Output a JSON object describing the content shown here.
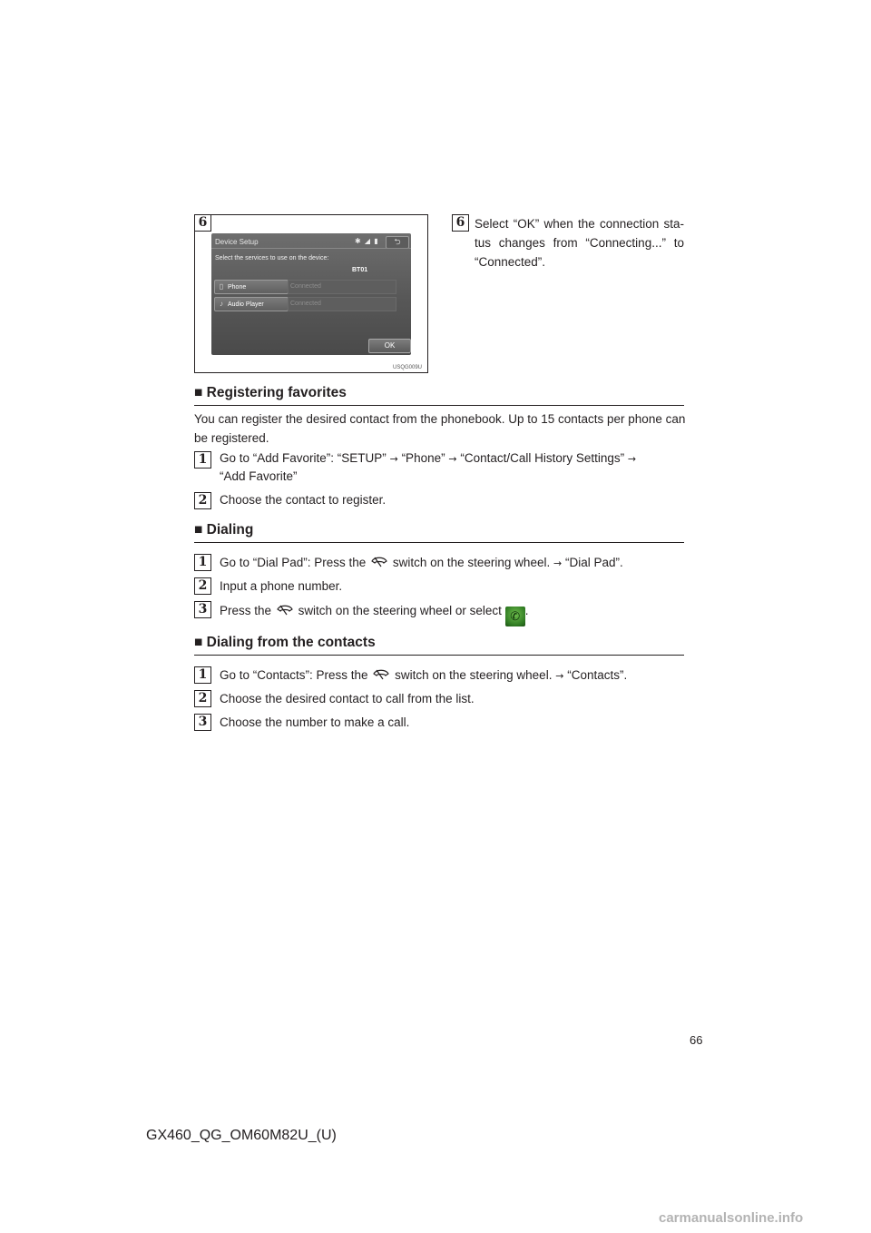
{
  "figure": {
    "badge": "6",
    "screen": {
      "title": "Device Setup",
      "status_icons": "✱ ◢ ▮",
      "back_symbol": "⮌",
      "subtitle": "Select the services to use on the device:",
      "device_name": "BT01",
      "services": [
        {
          "icon": "▯",
          "label": "Phone",
          "status": "Connected"
        },
        {
          "icon": "♪",
          "label": "Audio Player",
          "status": "Connected"
        }
      ],
      "ok_label": "OK"
    },
    "code": "USQG009U"
  },
  "intro_step": {
    "badge": "6",
    "line1": "Select “OK” when the connection sta-",
    "line2": "tus changes from “Connecting...” to",
    "line3": "“Connected”."
  },
  "sections": {
    "favorites": {
      "heading": "■ Registering favorites",
      "desc_line1": "You can register the desired contact from the phonebook. Up to 15 contacts per phone can",
      "desc_line2": "be registered.",
      "step1_badge": "1",
      "step1_a": "Go to “Add Favorite”: “SETUP”",
      "step1_b": "“Phone”",
      "step1_c": "“Contact/Call History Settings”",
      "step1_d": "“Add Favorite”",
      "step2_badge": "2",
      "step2": "Choose the contact to register."
    },
    "dialing": {
      "heading": "■ Dialing",
      "step1_badge": "1",
      "step1_a": "Go to “Dial Pad”: Press the",
      "step1_b": "switch on the steering wheel.",
      "step1_c": "“Dial Pad”.",
      "step2_badge": "2",
      "step2": "Input a phone number.",
      "step3_badge": "3",
      "step3_a": "Press the",
      "step3_b": "switch on the steering wheel or select",
      "step3_c": "."
    },
    "contacts": {
      "heading": "■ Dialing from the contacts",
      "step1_badge": "1",
      "step1_a": "Go to “Contacts”: Press the",
      "step1_b": "switch on the steering wheel.",
      "step1_c": "“Contacts”.",
      "step2_badge": "2",
      "step2": "Choose the desired contact to call from the list.",
      "step3_badge": "3",
      "step3": "Choose the number to make a call."
    }
  },
  "arrow": "→",
  "icons": {
    "phone_switch": "phone-handset-icon",
    "call_button": "green-call-button-icon"
  },
  "footer": {
    "page_number": "66",
    "doc_code": "GX460_QG_OM60M82U_(U)",
    "watermark": "carmanualsonline.info"
  }
}
